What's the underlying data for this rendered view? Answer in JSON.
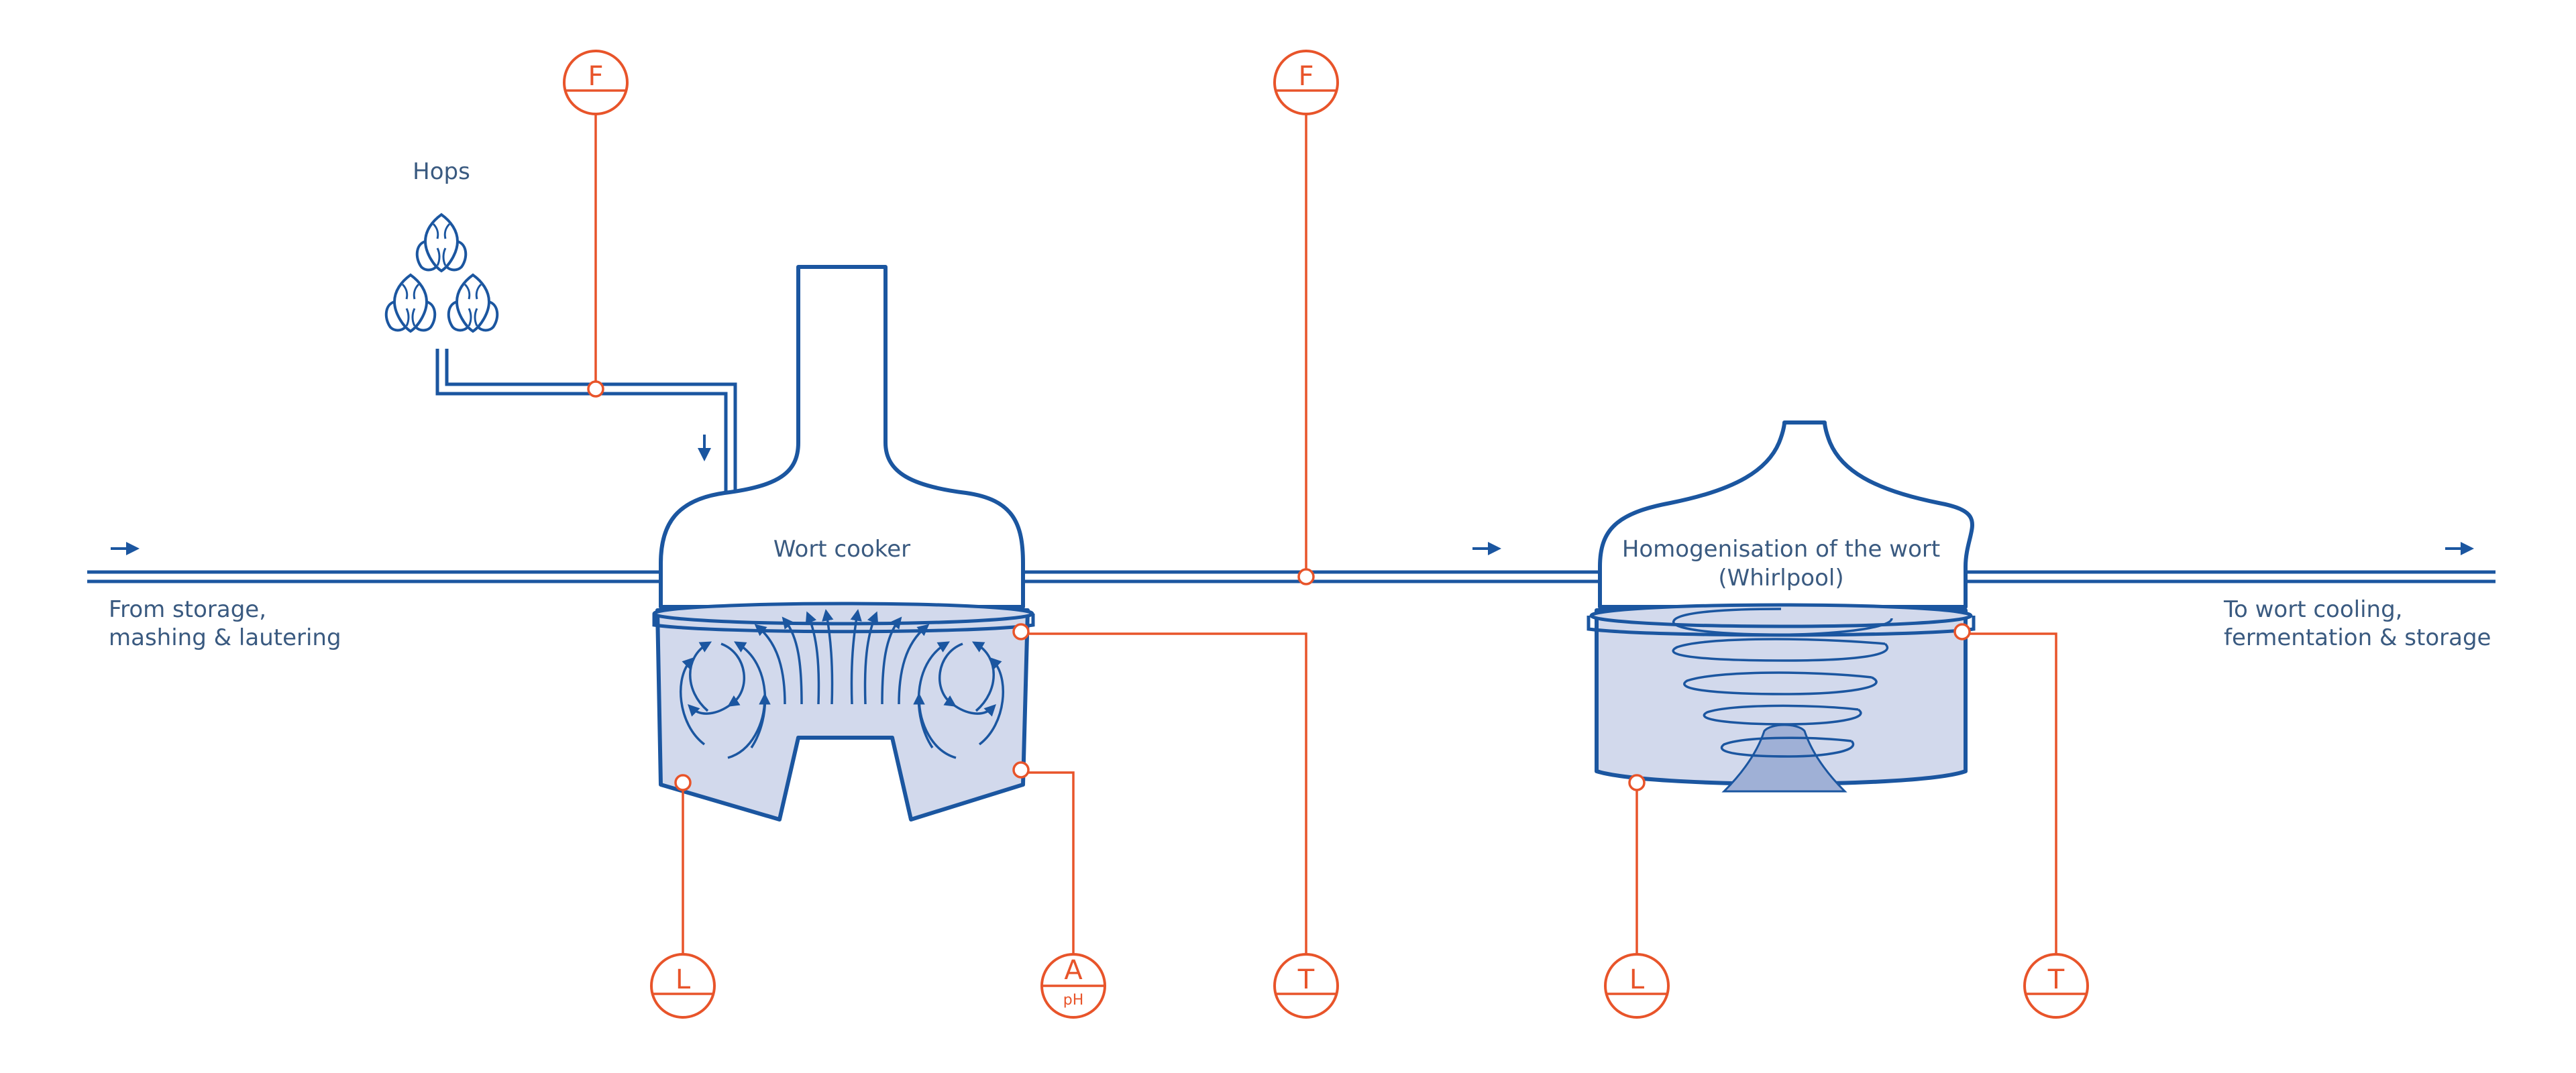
{
  "labels": {
    "hops": "Hops",
    "wort_cooker": "Wort cooker",
    "whirlpool_line1": "Homogenisation of the wort",
    "whirlpool_line2": "(Whirlpool)",
    "inlet_line1": "From storage,",
    "inlet_line2": "mashing & lautering",
    "outlet_line1": "To wort cooling,",
    "outlet_line2": "fermentation & storage"
  },
  "instruments": {
    "hop_flow": {
      "letter": "F"
    },
    "transfer_flow": {
      "letter": "F"
    },
    "cooker_level": {
      "letter": "L"
    },
    "cooker_analysis": {
      "letter": "A",
      "sub": "pH"
    },
    "cooker_temperature": {
      "letter": "T"
    },
    "whirlpool_level": {
      "letter": "L"
    },
    "whirlpool_temperature": {
      "letter": "T"
    }
  },
  "colors": {
    "process": "#1b56a0",
    "liquid": "#d2d9ec",
    "instrument": "#e8542a",
    "text": "#3a5a80"
  }
}
